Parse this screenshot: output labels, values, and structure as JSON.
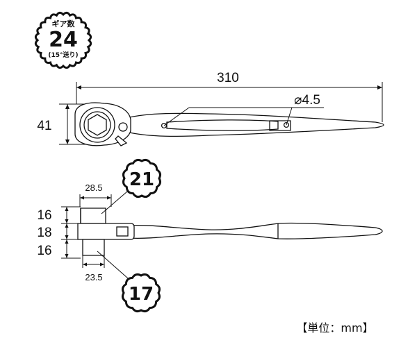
{
  "gear_badge": {
    "label": "ギア数",
    "value": "24",
    "note": "(15°送り)"
  },
  "dimensions": {
    "length": "310",
    "height": "41",
    "hole": "⌀4.5",
    "top_width": "28.5",
    "bottom_width": "23.5",
    "upper_thickness": "16",
    "middle_thickness": "18",
    "lower_thickness": "16"
  },
  "socket_sizes": {
    "upper": "21",
    "lower": "17"
  },
  "unit_label": "【単位：mm】"
}
